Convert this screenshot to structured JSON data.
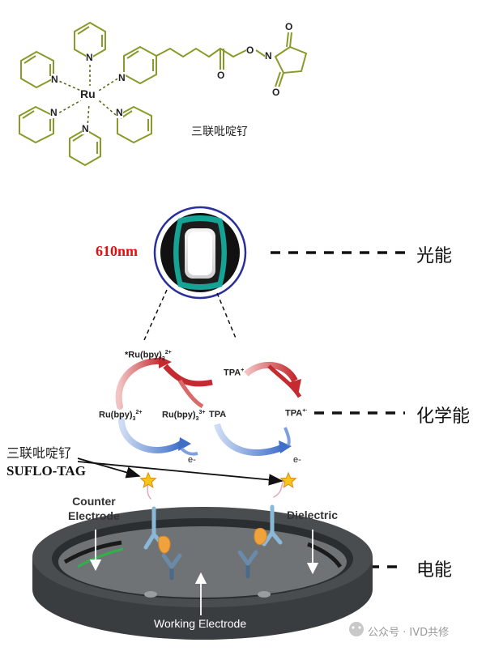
{
  "molecule": {
    "metal": "Ru",
    "atom_n": "N",
    "atom_o": "O",
    "caption": "三联吡啶钌",
    "line_color": "#8a9a2a"
  },
  "energy_levels": {
    "light": "光能",
    "chemical": "化学能",
    "electrical": "电能"
  },
  "wavelength": {
    "text": "610nm",
    "color": "#e01010"
  },
  "cycle_labels": {
    "ru_excited": "*Ru(bpy)",
    "ru_excited_sub": "3",
    "ru_excited_sup": "2+",
    "ru_left": "Ru(bpy)",
    "ru_left_sub": "3",
    "ru_left_sup": "2+",
    "ru_right": "Ru(bpy)",
    "ru_right_sub": "3",
    "ru_right_sup": "3+",
    "tpa_plus": "TPA",
    "tpa_plus_sup": "+",
    "tpa": "TPA",
    "tpa_radical": "TPA",
    "tpa_radical_sup": "+·",
    "electron_1": "e-",
    "electron_2": "e-"
  },
  "tag_labels": {
    "line1": "三联吡啶钌",
    "line2": "SUFLO-TAG"
  },
  "electrode": {
    "counter": "Counter\nElectrode",
    "dielectric": "Dielectric",
    "working": "Working Electrode"
  },
  "watermark": "公众号 · IVD共修",
  "colors": {
    "red_arrow": "#c42a2f",
    "blue_arrow": "#3f6fc9",
    "disk_dark": "#2e3134",
    "disk_top": "#6f7275",
    "teal": "#14a394",
    "navy_ring": "#2a2f9a"
  }
}
